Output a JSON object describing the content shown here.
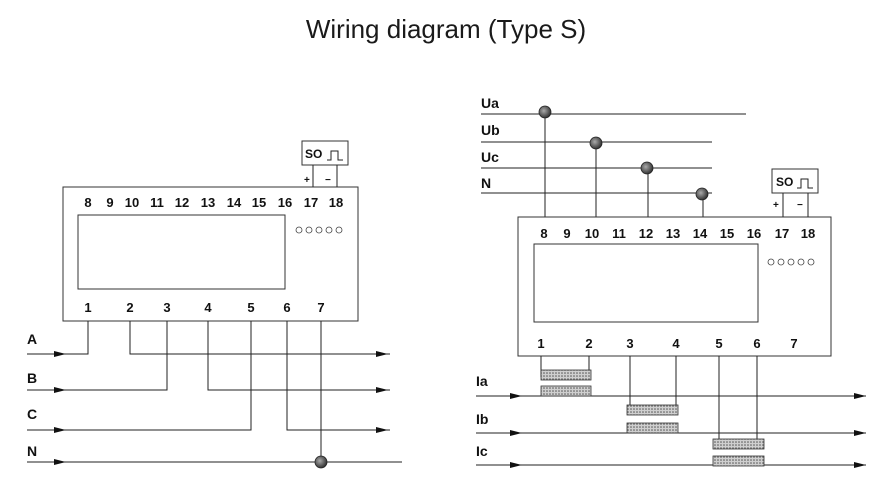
{
  "title": "Wiring diagram (Type S)",
  "so_label": "SO",
  "plus": "+",
  "minus": "−",
  "left": {
    "top_terminals": [
      "8",
      "9",
      "10",
      "11",
      "12",
      "13",
      "14",
      "15",
      "16",
      "17",
      "18"
    ],
    "bottom_terminals": [
      "1",
      "2",
      "3",
      "4",
      "5",
      "6",
      "7"
    ],
    "line_labels": [
      "A",
      "B",
      "C",
      "N"
    ]
  },
  "right": {
    "voltage_labels": [
      "Ua",
      "Ub",
      "Uc",
      "N"
    ],
    "top_terminals": [
      "8",
      "9",
      "10",
      "11",
      "12",
      "13",
      "14",
      "15",
      "16",
      "17",
      "18"
    ],
    "bottom_terminals": [
      "1",
      "2",
      "3",
      "4",
      "5",
      "6",
      "7"
    ],
    "current_labels": [
      "Ia",
      "Ib",
      "Ic"
    ]
  }
}
